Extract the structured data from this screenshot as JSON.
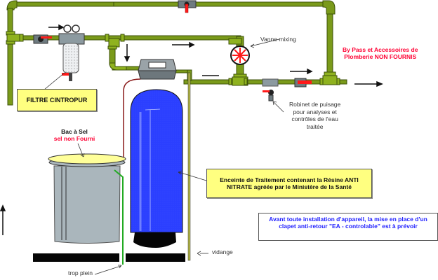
{
  "diagram": {
    "title": "Installation adoucisseur / dénitrateur",
    "labels": {
      "filtre": "FILTRE CINTROPUR",
      "vanne_mixing": "Vanne mixing",
      "bypass_line1": "By Pass et Accessoires  de",
      "bypass_line2": "Plomberie NON FOURNIS",
      "robinet_line1": "Robinet de puisage",
      "robinet_line2": "pour analyses et",
      "robinet_line3": "contrôles de l'eau",
      "robinet_line4": "traitée",
      "bac_line1": "Bac à Sel",
      "bac_line2": "sel non Fourni",
      "enceinte_line1": "Enceinte de Traitement contenant  la Résine ANTI",
      "enceinte_line2": "NITRATE agréée par le Ministère de la Santé",
      "avertissement_line1": "Avant toute installation d'appareil, la mise en place d'un",
      "avertissement_line2": "clapet anti-retour  \"EA - controlable\" est à prévoir",
      "vidange": "vidange",
      "trop_plein": "trop plein"
    },
    "colors": {
      "pipe": "#7a9a1a",
      "pipe_dark": "#4f6a0a",
      "tank": "#2b3fff",
      "brine": "#aab6bc",
      "label_box": "#ffff80",
      "red_text": "#ff0033",
      "blue_text": "#2222ff",
      "valve_handle": "#ff1a1a"
    },
    "flow_arrows": [
      "inlet-right",
      "down-to-tank",
      "right-after-filter",
      "right-outlet-1",
      "right-outlet-2",
      "up-left-riser"
    ]
  }
}
